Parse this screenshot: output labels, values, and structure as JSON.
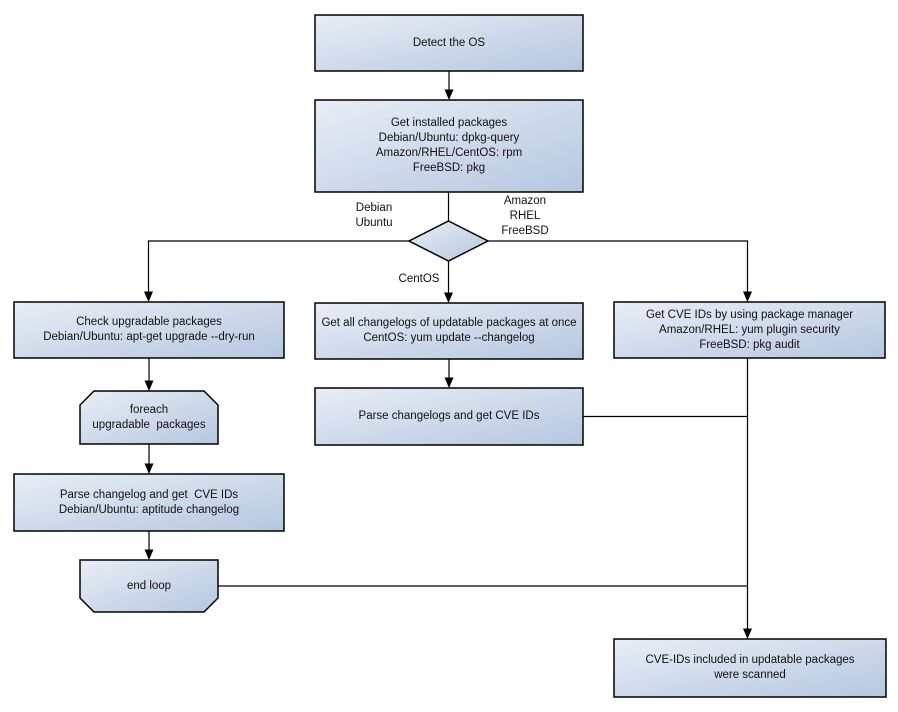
{
  "colors": {
    "node_fill_light": "#e9eef6",
    "node_fill_dark": "#b5c7e0",
    "node_border": "#000000",
    "connector": "#000000",
    "background": "#ffffff"
  },
  "nodes": {
    "detect_os": "Detect the OS",
    "get_installed_packages": "Get installed packages\nDebian/Ubuntu: dpkg-query\nAmazon/RHEL/CentOS: rpm\nFreeBSD: pkg",
    "check_upgradable_packages": "Check upgradable packages\nDebian/Ubuntu: apt-get upgrade --dry-run",
    "foreach_upgradable_packages": "foreach\nupgradable  packages",
    "parse_changelog_get_cve_ids": "Parse changelog and get  CVE IDs\nDebian/Ubuntu: aptitude changelog",
    "end_loop": "end loop",
    "get_all_changelogs": "Get all changelogs of updatable packages at once\nCentOS: yum update --changelog",
    "parse_changelogs_get_cve_ids": "Parse changelogs and get CVE IDs",
    "get_cve_ids_package_manager": "Get CVE IDs by using package manager\nAmazon/RHEL: yum plugin security\nFreeBSD: pkg audit",
    "cve_ids_scanned": "CVE-IDs included in updatable packages\nwere scanned"
  },
  "edge_labels": {
    "debian_ubuntu": "Debian\nUbuntu",
    "amazon_rhel_freebsd": "Amazon\nRHEL\nFreeBSD",
    "centos": "CentOS"
  }
}
